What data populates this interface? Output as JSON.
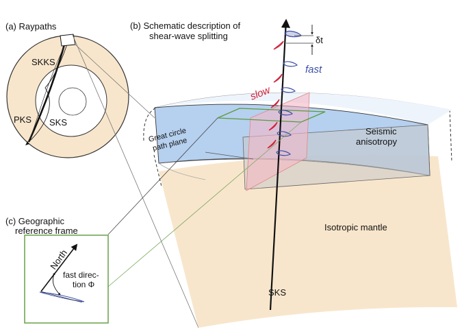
{
  "panels": {
    "a": {
      "title": "(a) Raypaths",
      "labels": {
        "skks": "SKKS",
        "pks": "PKS",
        "sks": "SKS"
      }
    },
    "b": {
      "title_line1": "(b) Schematic description of",
      "title_line2": "shear-wave splitting",
      "delta_t": "δt",
      "fast": "fast",
      "slow": "slow",
      "great_circle_line1": "Great circle",
      "great_circle_line2": "path plane",
      "anisotropy_line1": "Seismic",
      "anisotropy_line2": "anisotropy",
      "isotropic": "Isotropic mantle",
      "sks": "SKS"
    },
    "c": {
      "title_line1": "(c) Geographic",
      "title_line2": "reference frame",
      "north": "North",
      "fast_dir_line1": "fast direc-",
      "fast_dir_line2": "tion Φ"
    }
  },
  "colors": {
    "mantle": "#f8e6cc",
    "anisotropy": "#a9c8ec",
    "plane": "#f4b8c6",
    "fast": "#3d4fa8",
    "slow": "#d0233a",
    "frame": "#5a9a3c"
  }
}
